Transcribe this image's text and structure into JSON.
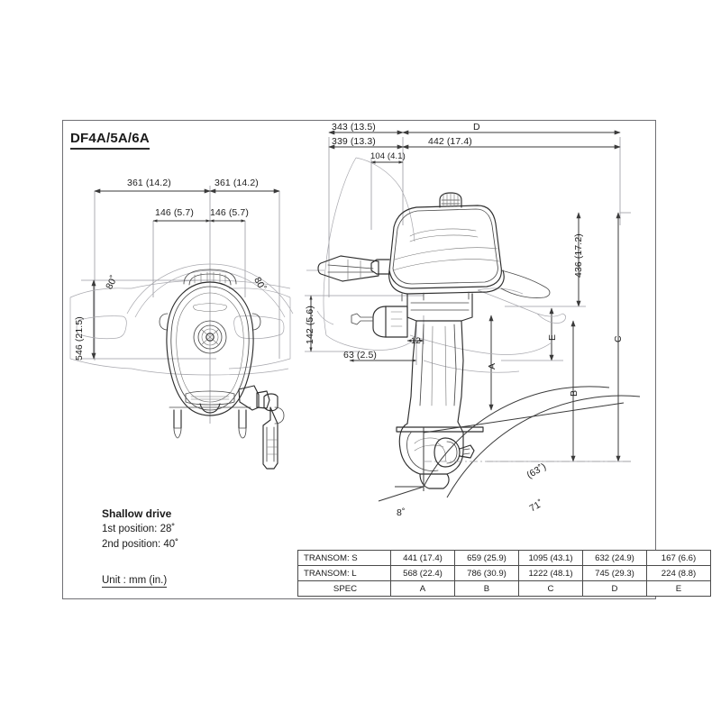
{
  "sheet": {
    "title": "DF4A/5A/6A",
    "unit_note": "Unit : mm (in.)"
  },
  "shallow_drive": {
    "heading": "Shallow drive",
    "first_position": "1st position: 28˚",
    "second_position": "2nd position: 40˚"
  },
  "plan_view": {
    "dim_left_width": "361 (14.2)",
    "dim_right_width": "361 (14.2)",
    "dim_left_inner": "146 (5.7)",
    "dim_right_inner": "146 (5.7)",
    "dim_height": "546 (21.5)",
    "angle_left": "80˚",
    "angle_right": "80˚"
  },
  "side_view": {
    "dim_top_outer": "343 (13.5)",
    "dim_top_inner": "339 (13.3)",
    "dim_rear": "442 (17.4)",
    "dim_small_top": "104 (4.1)",
    "dim_left_height": "142 (5.6)",
    "dim_small_mid": "12",
    "dim_low": "63 (2.5)",
    "dim_right_height": "436 (17.2)",
    "label_a": "A",
    "label_b": "B",
    "label_c": "C",
    "label_d": "D",
    "label_e": "E",
    "angle_tilt_min": "8˚",
    "angle_tilt_paren": "(63˚)",
    "angle_tilt_max": "71˚"
  },
  "spec_table": {
    "rows": [
      {
        "label": "TRANSOM: S",
        "values": [
          "441 (17.4)",
          "659 (25.9)",
          "1095 (43.1)",
          "632 (24.9)",
          "167 (6.6)"
        ]
      },
      {
        "label": "TRANSOM: L",
        "values": [
          "568 (22.4)",
          "786 (30.9)",
          "1222 (48.1)",
          "745 (29.3)",
          "224 (8.8)"
        ]
      }
    ],
    "spec_row": {
      "label": "SPEC",
      "values": [
        "A",
        "B",
        "C",
        "D",
        "E"
      ]
    }
  },
  "colors": {
    "line": "#3a3a3a",
    "thin_line": "#8a8a90",
    "frame": "#6f6f74",
    "text": "#1a1a1a"
  }
}
